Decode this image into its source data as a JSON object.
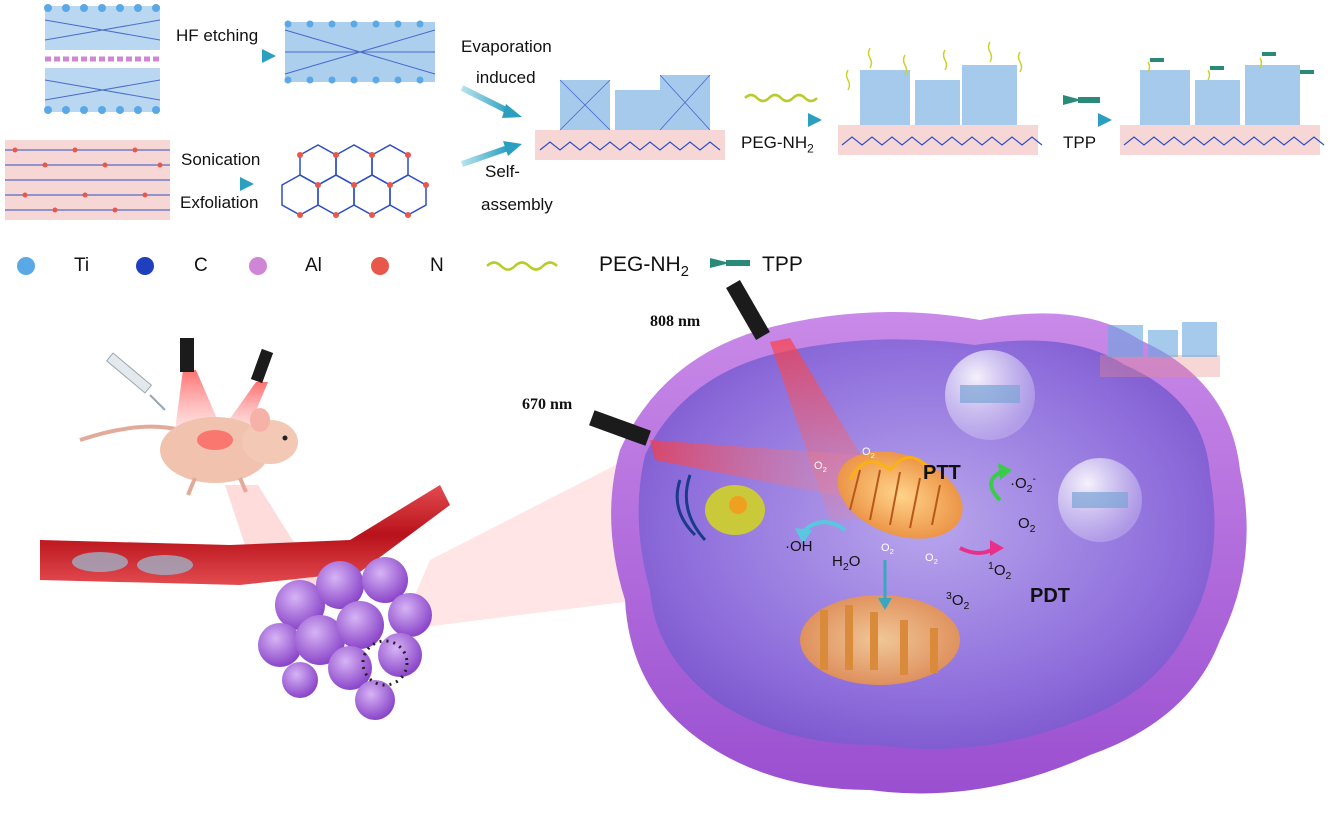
{
  "synthesis": {
    "hf_etching": "HF etching",
    "sonication": "Sonication",
    "exfoliation": "Exfoliation",
    "evaporation": "Evaporation",
    "induced": "induced",
    "self": "Self-",
    "assembly": "assembly",
    "peg_label": "PEG-NH",
    "peg_sub": "2",
    "tpp_label": "TPP"
  },
  "legend": {
    "ti": "Ti",
    "c": "C",
    "al": "Al",
    "n": "N",
    "peg": "PEG-NH",
    "peg_sub": "2",
    "tpp": "TPP"
  },
  "lasers": {
    "nm808": "808 nm",
    "nm670": "670 nm"
  },
  "cell": {
    "ptt": "PTT",
    "pdt": "PDT",
    "o2": "O",
    "o2_sub": "2",
    "superoxide_prefix": "·O",
    "superoxide_sub": "2",
    "superoxide_sup": "-",
    "oh": "·OH",
    "h2o_h": "H",
    "h2o_sub": "2",
    "h2o_o": "O",
    "singlet_sup": "1",
    "triplet_sup": "3",
    "oxy": "O",
    "oxy_sub": "2"
  },
  "colors": {
    "ti": "#5aa9e6",
    "c": "#1f3fbf",
    "al": "#cf86d6",
    "n": "#e9574a",
    "arrow": "#3aa7c2",
    "membrane": "#a65ad8",
    "cell_inner": "#8a6ad8",
    "laser": "#ff5a5a",
    "tumor": "#a86ae0",
    "vessel": "#c8242b"
  }
}
